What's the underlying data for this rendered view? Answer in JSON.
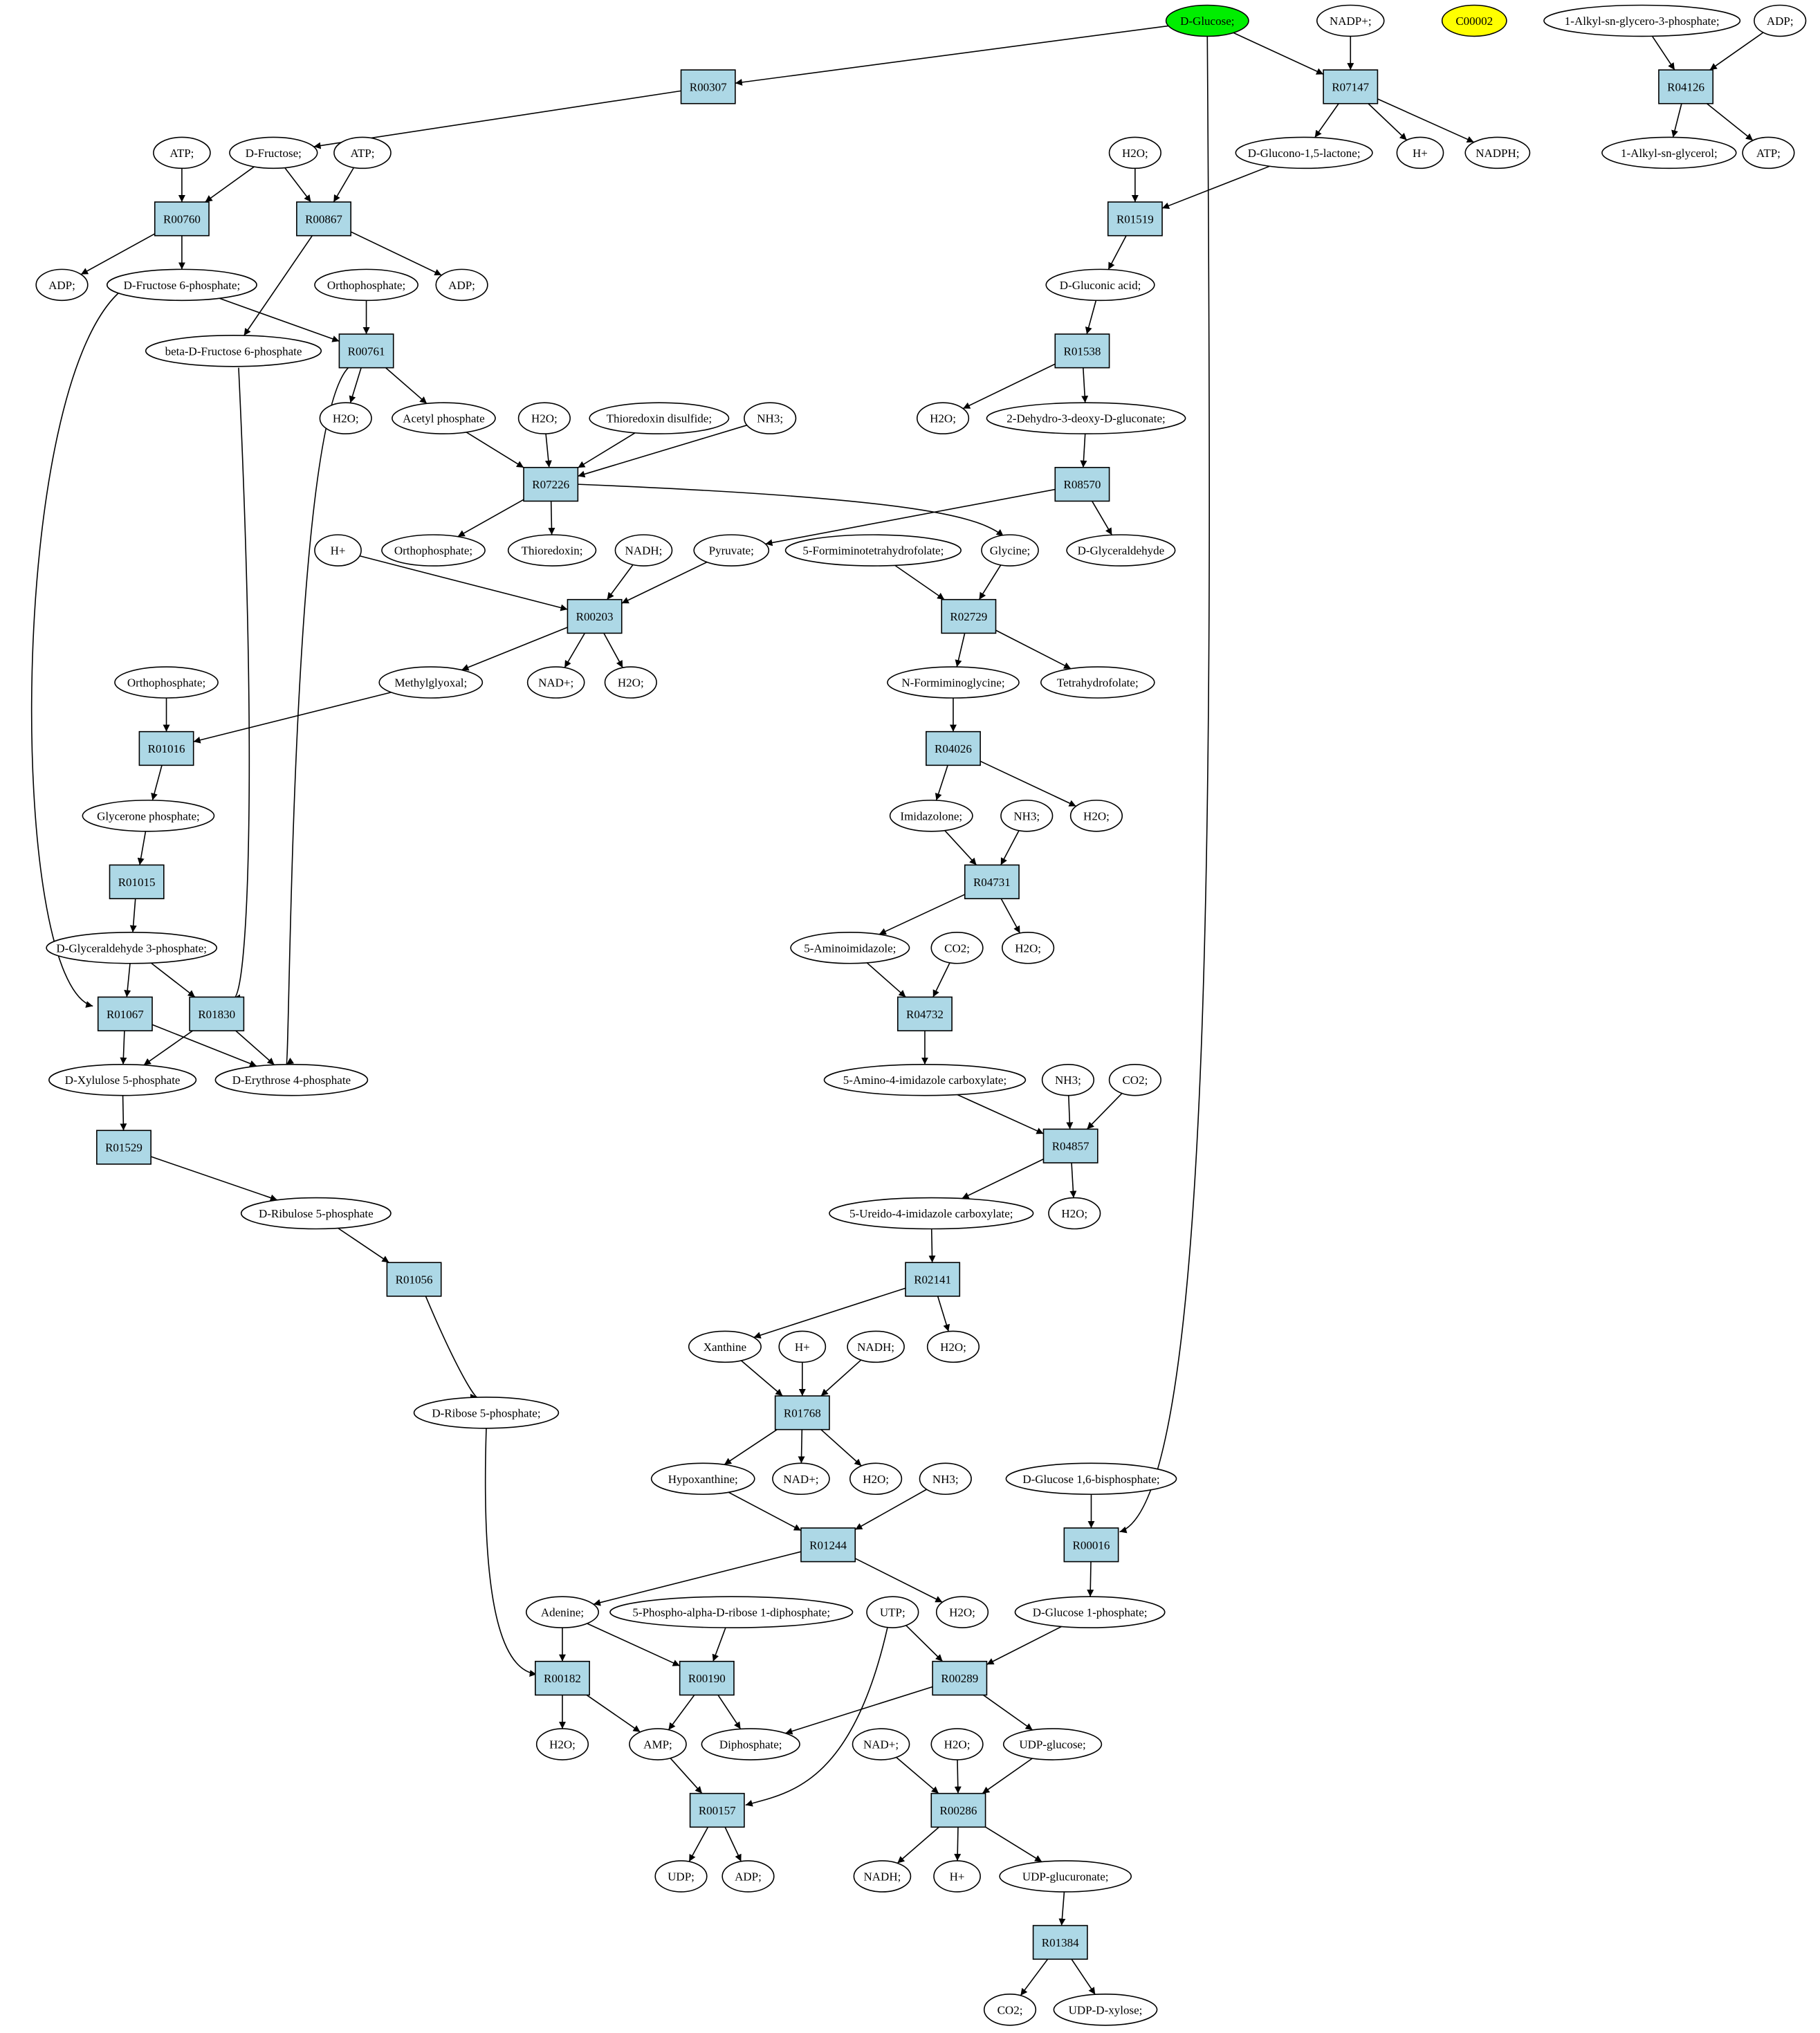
{
  "colors": {
    "reaction_fill": "#add8e6",
    "start_fill": "#00ee00",
    "highlight_fill": "#ffff00",
    "compound_fill": "#ffffff"
  },
  "compounds": {
    "dglc": "D-Glucose;",
    "nadp_top": "NADP+;",
    "c00002": "C00002",
    "alkyl_g3p": "1-Alkyl-sn-glycero-3-phosphate;",
    "adp_top": "ADP;",
    "dfru": "D-Fructose;",
    "atp1": "ATP;",
    "atp2": "ATP;",
    "dglcl": "D-Glucono-1,5-lactone;",
    "hplus_top": "H+",
    "nadph": "NADPH;",
    "alkylgly": "1-Alkyl-sn-glycerol;",
    "atp_top": "ATP;",
    "h2o_r01519": "H2O;",
    "adp1": "ADP;",
    "f6p": "D-Fructose 6-phosphate;",
    "adp2": "ADP;",
    "orthop1": "Orthophosphate;",
    "dglcn": "D-Gluconic acid;",
    "bf6p": "beta-D-Fructose 6-phosphate",
    "h2o_r00761": "H2O;",
    "acp": "Acetyl phosphate",
    "h2o_r07226": "H2O;",
    "trxss": "Thioredoxin disulfide;",
    "nh3_a": "NH3;",
    "h2o_r01538": "H2O;",
    "kdg": "2-Dehydro-3-deoxy-D-gluconate;",
    "orthop2": "Orthophosphate;",
    "trx": "Thioredoxin;",
    "gly": "Glycine;",
    "dga": "D-Glyceraldehyde",
    "hplus_r00203": "H+",
    "nadh1": "NADH;",
    "pyr": "Pyruvate;",
    "fthf": "5-Formiminotetrahydrofolate;",
    "mgo": "Methylglyoxal;",
    "nadp_r00203": "NAD+;",
    "h2o_r00203": "H2O;",
    "figly": "N-Formiminoglycine;",
    "thf": "Tetrahydrofolate;",
    "orthop3": "Orthophosphate;",
    "gnp": "Glycerone phosphate;",
    "imz": "Imidazolone;",
    "nh3_b": "NH3;",
    "h2o_r04026": "H2O;",
    "g3p": "D-Glyceraldehyde 3-phosphate;",
    "aimz": "5-Aminoimidazole;",
    "co2_a": "CO2;",
    "h2o_r04731": "H2O;",
    "x5p": "D-Xylulose 5-phosphate",
    "e4p": "D-Erythrose 4-phosphate",
    "aicx": "5-Amino-4-imidazole carboxylate;",
    "nh3_c": "NH3;",
    "co2_b": "CO2;",
    "ru5p": "D-Ribulose 5-phosphate",
    "uicx": "5-Ureido-4-imidazole carboxylate;",
    "h2o_r04857": "H2O;",
    "xan": "Xanthine",
    "hplus_r01768": "H+",
    "nadh2": "NADH;",
    "h2o_r02141": "H2O;",
    "r5p": "D-Ribose 5-phosphate;",
    "hyp": "Hypoxanthine;",
    "nadp_r01768": "NAD+;",
    "h2o_r01768": "H2O;",
    "nh3_d": "NH3;",
    "g16bp": "D-Glucose 1,6-bisphosphate;",
    "ade": "Adenine;",
    "prpp": "5-Phospho-alpha-D-ribose 1-diphosphate;",
    "utp": "UTP;",
    "h2o_r01244": "H2O;",
    "g1p": "D-Glucose 1-phosphate;",
    "h2o_r00182": "H2O;",
    "amp": "AMP;",
    "ppi": "Diphosphate;",
    "nadp_r00286": "NAD+;",
    "h2o_r00286": "H2O;",
    "udpg": "UDP-glucose;",
    "udp": "UDP;",
    "adp3": "ADP;",
    "nadh3": "NADH;",
    "hplus_r00286": "H+",
    "udpgla": "UDP-glucuronate;",
    "co2_c": "CO2;",
    "udpxyl": "UDP-D-xylose;"
  },
  "reactions": {
    "r00307": "R00307",
    "r07147": "R07147",
    "r04126": "R04126",
    "r00760": "R00760",
    "r00867": "R00867",
    "r01519": "R01519",
    "r00761": "R00761",
    "r01538": "R01538",
    "r07226": "R07226",
    "r08570": "R08570",
    "r00203": "R00203",
    "r02729": "R02729",
    "r01016": "R01016",
    "r04026": "R04026",
    "r01015": "R01015",
    "r04731": "R04731",
    "r04732": "R04732",
    "r01067": "R01067",
    "r01830": "R01830",
    "r04857": "R04857",
    "r01529": "R01529",
    "r02141": "R02141",
    "r01056": "R01056",
    "r01768": "R01768",
    "r01244": "R01244",
    "r00016": "R00016",
    "r00182": "R00182",
    "r00190": "R00190",
    "r00289": "R00289",
    "r00286": "R00286",
    "r00157": "R00157",
    "r01384": "R01384"
  },
  "edges": [
    [
      "dglc",
      "r00307"
    ],
    [
      "r00307",
      "dfru"
    ],
    [
      "dglc",
      "r07147"
    ],
    [
      "nadp_top",
      "r07147"
    ],
    [
      "r07147",
      "dglcl"
    ],
    [
      "r07147",
      "hplus_top"
    ],
    [
      "r07147",
      "nadph"
    ],
    [
      "dglc",
      "r00016"
    ],
    [
      "alkyl_g3p",
      "r04126"
    ],
    [
      "adp_top",
      "r04126"
    ],
    [
      "r04126",
      "alkylgly"
    ],
    [
      "r04126",
      "atp_top"
    ],
    [
      "atp1",
      "r00760"
    ],
    [
      "dfru",
      "r00760"
    ],
    [
      "dfru",
      "r00867"
    ],
    [
      "atp2",
      "r00867"
    ],
    [
      "r00760",
      "adp1"
    ],
    [
      "r00760",
      "f6p"
    ],
    [
      "r00867",
      "bf6p"
    ],
    [
      "r00867",
      "adp2"
    ],
    [
      "h2o_r01519",
      "r01519"
    ],
    [
      "dglcl",
      "r01519"
    ],
    [
      "r01519",
      "dglcn"
    ],
    [
      "f6p",
      "r00761"
    ],
    [
      "orthop1",
      "r00761"
    ],
    [
      "r00761",
      "h2o_r00761"
    ],
    [
      "r00761",
      "acp"
    ],
    [
      "r00761",
      "e4p"
    ],
    [
      "dglcn",
      "r01538"
    ],
    [
      "r01538",
      "h2o_r01538"
    ],
    [
      "r01538",
      "kdg"
    ],
    [
      "acp",
      "r07226"
    ],
    [
      "h2o_r07226",
      "r07226"
    ],
    [
      "trxss",
      "r07226"
    ],
    [
      "nh3_a",
      "r07226"
    ],
    [
      "r07226",
      "orthop2"
    ],
    [
      "r07226",
      "trx"
    ],
    [
      "r07226",
      "gly"
    ],
    [
      "kdg",
      "r08570"
    ],
    [
      "r08570",
      "pyr"
    ],
    [
      "r08570",
      "dga"
    ],
    [
      "hplus_r00203",
      "r00203"
    ],
    [
      "nadh1",
      "r00203"
    ],
    [
      "pyr",
      "r00203"
    ],
    [
      "r00203",
      "mgo"
    ],
    [
      "r00203",
      "nadp_r00203"
    ],
    [
      "r00203",
      "h2o_r00203"
    ],
    [
      "fthf",
      "r02729"
    ],
    [
      "gly",
      "r02729"
    ],
    [
      "r02729",
      "figly"
    ],
    [
      "r02729",
      "thf"
    ],
    [
      "orthop3",
      "r01016"
    ],
    [
      "mgo",
      "r01016"
    ],
    [
      "r01016",
      "gnp"
    ],
    [
      "figly",
      "r04026"
    ],
    [
      "r04026",
      "imz"
    ],
    [
      "r04026",
      "h2o_r04026"
    ],
    [
      "gnp",
      "r01015"
    ],
    [
      "r01015",
      "g3p"
    ],
    [
      "imz",
      "r04731"
    ],
    [
      "nh3_b",
      "r04731"
    ],
    [
      "r04731",
      "aimz"
    ],
    [
      "r04731",
      "h2o_r04731"
    ],
    [
      "aimz",
      "r04732"
    ],
    [
      "co2_a",
      "r04732"
    ],
    [
      "r04732",
      "aicx"
    ],
    [
      "f6p",
      "r01067"
    ],
    [
      "g3p",
      "r01067"
    ],
    [
      "g3p",
      "r01830"
    ],
    [
      "bf6p",
      "r01830"
    ],
    [
      "r01067",
      "x5p"
    ],
    [
      "r01067",
      "e4p"
    ],
    [
      "r01830",
      "x5p"
    ],
    [
      "r01830",
      "e4p"
    ],
    [
      "aicx",
      "r04857"
    ],
    [
      "nh3_c",
      "r04857"
    ],
    [
      "co2_b",
      "r04857"
    ],
    [
      "r04857",
      "uicx"
    ],
    [
      "r04857",
      "h2o_r04857"
    ],
    [
      "x5p",
      "r01529"
    ],
    [
      "r01529",
      "ru5p"
    ],
    [
      "uicx",
      "r02141"
    ],
    [
      "r02141",
      "xan"
    ],
    [
      "r02141",
      "h2o_r02141"
    ],
    [
      "ru5p",
      "r01056"
    ],
    [
      "r01056",
      "r5p"
    ],
    [
      "xan",
      "r01768"
    ],
    [
      "hplus_r01768",
      "r01768"
    ],
    [
      "nadh2",
      "r01768"
    ],
    [
      "r01768",
      "hyp"
    ],
    [
      "r01768",
      "nadp_r01768"
    ],
    [
      "r01768",
      "h2o_r01768"
    ],
    [
      "hyp",
      "r01244"
    ],
    [
      "nh3_d",
      "r01244"
    ],
    [
      "r01244",
      "ade"
    ],
    [
      "r01244",
      "h2o_r01244"
    ],
    [
      "g16bp",
      "r00016"
    ],
    [
      "r00016",
      "g1p"
    ],
    [
      "r5p",
      "r00182"
    ],
    [
      "ade",
      "r00182"
    ],
    [
      "r00182",
      "h2o_r00182"
    ],
    [
      "r00182",
      "amp"
    ],
    [
      "ade",
      "r00190"
    ],
    [
      "prpp",
      "r00190"
    ],
    [
      "r00190",
      "amp"
    ],
    [
      "r00190",
      "ppi"
    ],
    [
      "utp",
      "r00289"
    ],
    [
      "g1p",
      "r00289"
    ],
    [
      "r00289",
      "ppi"
    ],
    [
      "r00289",
      "udpg"
    ],
    [
      "nadp_r00286",
      "r00286"
    ],
    [
      "h2o_r00286",
      "r00286"
    ],
    [
      "udpg",
      "r00286"
    ],
    [
      "r00286",
      "nadh3"
    ],
    [
      "r00286",
      "hplus_r00286"
    ],
    [
      "r00286",
      "udpgla"
    ],
    [
      "amp",
      "r00157"
    ],
    [
      "utp",
      "r00157"
    ],
    [
      "r00157",
      "udp"
    ],
    [
      "r00157",
      "adp3"
    ],
    [
      "udpgla",
      "r01384"
    ],
    [
      "r01384",
      "co2_c"
    ],
    [
      "r01384",
      "udpxyl"
    ]
  ]
}
